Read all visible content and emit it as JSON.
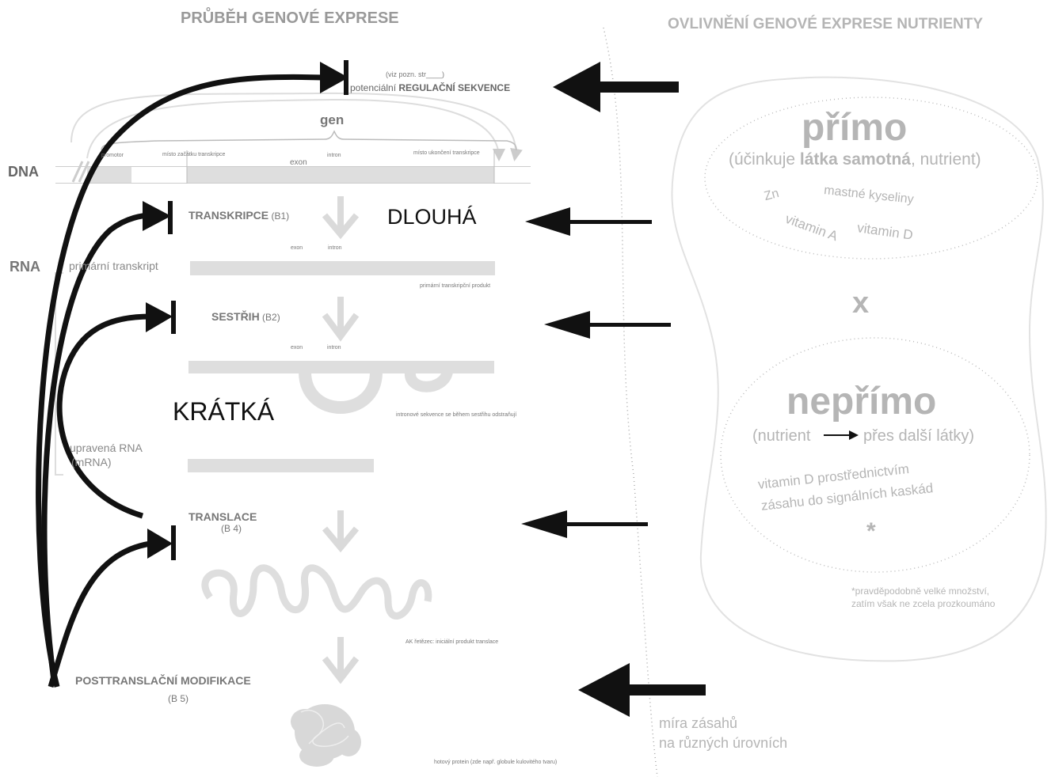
{
  "headings": {
    "left": "PRŮBĚH GENOVÉ EXPRESE",
    "right": "OVLIVNĚNÍ GENOVÉ EXPRESE NUTRIENTY"
  },
  "regulation": {
    "note": "(viz pozn. str____)",
    "label_prefix": "potenciální ",
    "label_bold": "REGULAČNÍ SEKVENCE"
  },
  "gene": {
    "label": "gen",
    "promotor": "promotor",
    "start_site": "místo začátku transkripce",
    "exon": "exon",
    "intron": "intron",
    "end_site": "místo ukončení transkripce"
  },
  "levels": {
    "dna": "DNA",
    "rna": "RNA",
    "primary_transcript": "primární transkript",
    "processed_rna_line1": "upravená RNA",
    "processed_rna_line2": "(mRNA)"
  },
  "steps": {
    "transcription_name": "TRANSKRIPCE",
    "transcription_code": " (B1)",
    "splicing_name": "SESTŘIH",
    "splicing_code": " (B2)",
    "translation_name": "TRANSLACE",
    "translation_code": "(B 4)",
    "posttranslation_name": "POSTTRANSLAČNÍ MODIFIKACE",
    "posttranslation_code": "(B 5)"
  },
  "small_labels": {
    "exon1": "exon",
    "intron1": "intron",
    "exon2": "exon",
    "intron2": "intron",
    "primary_product": "primární transkripční produkt",
    "intron_removed": "intronové sekvence se během sestřihu odstraňují",
    "chain": "AK řetězec: iniciální produkt translace",
    "protein": "hotový protein (zde např. globule kulovitého tvaru)"
  },
  "durations": {
    "long": "DLOUHÁ",
    "short": "KRÁTKÁ"
  },
  "nutrients": {
    "direct_title": "přímo",
    "direct_sub_prefix": "(účinkuje ",
    "direct_sub_bold": "látka samotná",
    "direct_sub_suffix": ", nutrient)",
    "zn": "Zn",
    "fatty_acids": "mastné kyseliny",
    "vitamin_a": "vitamin A",
    "vitamin_d": "vitamin D",
    "x": "x",
    "indirect_title": "nepřímo",
    "indirect_sub_left": "(nutrient",
    "indirect_sub_right": "přes další látky)",
    "vitd_line1": "vitamin D prostřednictvím",
    "vitd_line2": "zásahu do signálních kaskád",
    "asterisk": "*",
    "footnote_line1": "*pravděpodobně velké množství,",
    "footnote_line2": "zatím však ne zcela prozkoumáno"
  },
  "legend": {
    "line1": "míra zásahů",
    "line2": "na různých úrovních"
  },
  "colors": {
    "arrow": "#111111",
    "gray_text": "#999999",
    "light_gray": "#dedede"
  }
}
